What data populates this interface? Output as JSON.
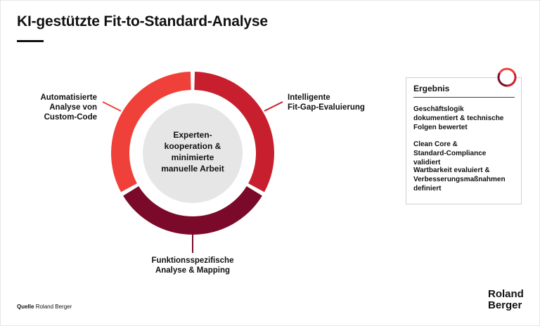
{
  "title": "KI-gestützte Fit-to-Standard-Analyse",
  "diagram": {
    "center_text": [
      "Experten-",
      "kooperation &",
      "minimierte",
      "manuelle Arbeit"
    ],
    "segments": [
      {
        "label": [
          "Automatisierte",
          "Analyse von",
          "Custom-Code"
        ],
        "color": "#f0403a"
      },
      {
        "label": [
          "Intelligente",
          "Fit-Gap-Evaluierung"
        ],
        "color": "#c81f2e"
      },
      {
        "label": [
          "Funktionsspezifische",
          "Analyse & Mapping"
        ],
        "color": "#7b0a2a"
      }
    ],
    "center_fill": "#e6e6e6"
  },
  "result": {
    "title": "Ergebnis",
    "items": [
      [
        "Geschäftslogik",
        "dokumentiert & technische",
        "Folgen bewertet"
      ],
      [
        "Clean Core &",
        "Standard-Compliance",
        "validiert"
      ],
      [
        "Wartbarkeit evaluiert &",
        "Verbesserungsmaßnahmen",
        "definiert"
      ]
    ]
  },
  "source": {
    "label": "Quelle",
    "text": "Roland Berger"
  },
  "logo": [
    "Roland",
    "Berger"
  ]
}
